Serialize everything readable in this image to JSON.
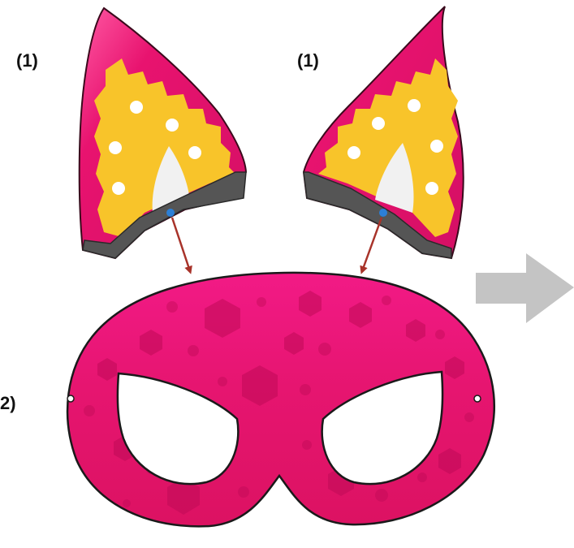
{
  "labels": {
    "ear_left": "(1)",
    "ear_right": "(1)",
    "mask": "2)"
  },
  "colors": {
    "pink": "#e8136f",
    "pink_dark": "#c80d5c",
    "yellow": "#f8c42a",
    "gray_band": "#555555",
    "inner_white": "#f1f1f1",
    "arrow_red": "#a8332a",
    "arrow_gray": "#c4c4c4",
    "pin_blue": "#2c7fd6"
  },
  "icons": {
    "next_arrow": "right-arrow-icon"
  }
}
